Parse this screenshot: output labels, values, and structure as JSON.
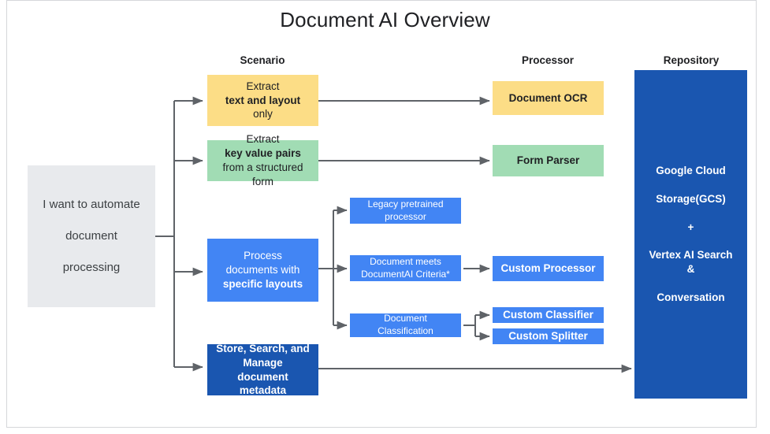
{
  "page": {
    "title": "Document AI Overview",
    "background": "#ffffff",
    "frame_border_color": "#d5d7da"
  },
  "colors": {
    "grey": "#e8eaed",
    "yellow": "#fcdd86",
    "green": "#a1dcb4",
    "blue": "#4285f4",
    "blue_dark": "#1a56b0",
    "connector": "#5f6368",
    "text_dark": "#202124",
    "text_light": "#ffffff"
  },
  "headers": {
    "scenario": "Scenario",
    "processor": "Processor",
    "repository": "Repository"
  },
  "entry": {
    "label_line1": "I want to automate",
    "label_line2": "document",
    "label_line3": "processing"
  },
  "scenarios": [
    {
      "id": "extract-text-and-layout",
      "pre": "Extract ",
      "strong": "text and layout",
      "post": " only",
      "color": "#fcdd86"
    },
    {
      "id": "extract-key-value-pairs",
      "pre": "Extract ",
      "strong": "key value pairs",
      "post": " from a structured form",
      "color": "#a1dcb4"
    },
    {
      "id": "process-documents-specific-layouts",
      "pre": "Process documents with ",
      "strong": "specific layouts",
      "post": "",
      "color": "#4285f4"
    },
    {
      "id": "store-search-manage-metadata",
      "pre": "",
      "strong": "Store, Search, and Manage",
      "post": " document metadata",
      "color": "#1a56b0"
    }
  ],
  "criteria": [
    {
      "id": "legacy-pretrained-processor",
      "label": "Legacy pretrained processor"
    },
    {
      "id": "document-meets-criteria",
      "label": "Document meets DocumentAI Criteria*"
    },
    {
      "id": "document-classification",
      "label": "Document Classification"
    }
  ],
  "processors": [
    {
      "id": "document-ocr",
      "label": "Document OCR",
      "color": "#fcdd86"
    },
    {
      "id": "form-parser",
      "label": "Form Parser",
      "color": "#a1dcb4"
    },
    {
      "id": "custom-processor",
      "label": "Custom Processor",
      "color": "#4285f4"
    },
    {
      "id": "custom-classifier",
      "label": "Custom Classifier",
      "color": "#4285f4"
    },
    {
      "id": "custom-splitter",
      "label": "Custom Splitter",
      "color": "#4285f4"
    }
  ],
  "repository": {
    "line1": "Google Cloud",
    "line2": "Storage(GCS)",
    "line3": "+",
    "line4": "Vertex AI Search &",
    "line5": "Conversation"
  }
}
